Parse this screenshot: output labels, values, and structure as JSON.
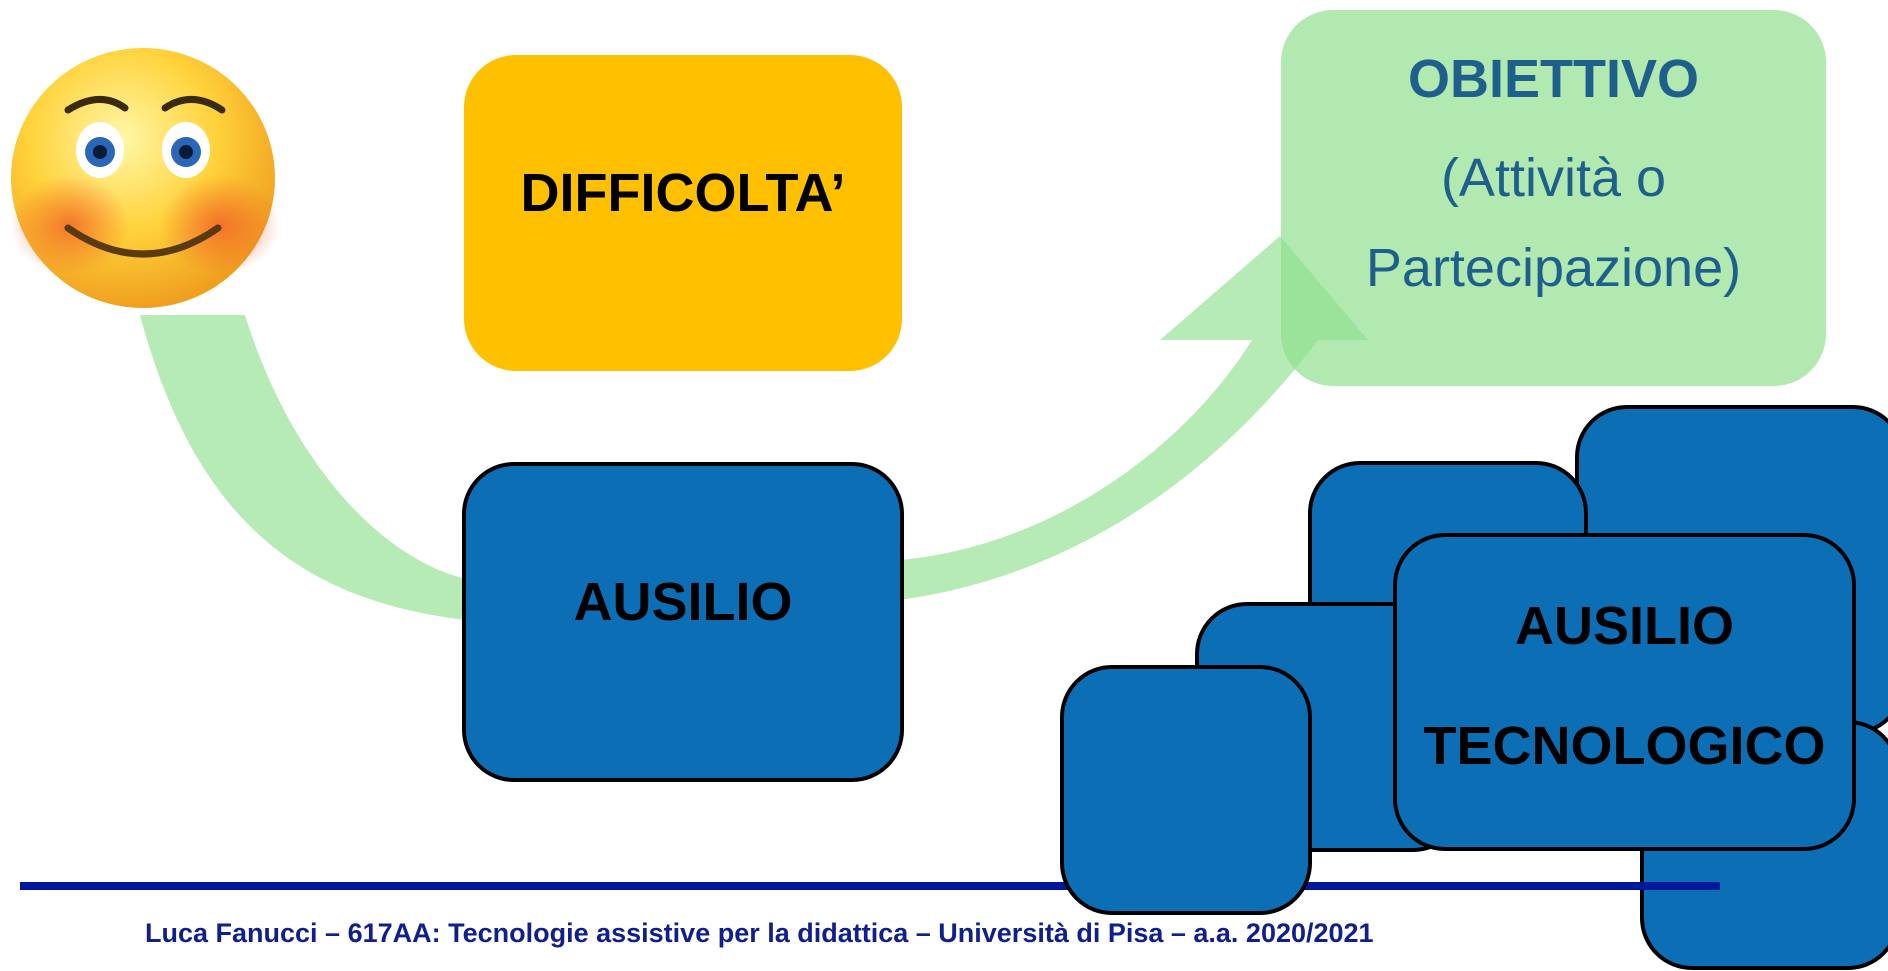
{
  "diagram": {
    "difficulty_label": "DIFFICOLTA’",
    "aid_label": "AUSILIO",
    "goal": {
      "title": "OBIETTIVO",
      "line1": "(Attività o",
      "line2": "Partecipazione)"
    },
    "tech_aid": {
      "line1": "AUSILIO",
      "line2": "TECNOLOGICO"
    },
    "person_icon": "smiley-face-icon",
    "colors": {
      "difficulty": "#ffc000",
      "aid": "#0c6fb6",
      "goal": "#b3eeb3",
      "goal_text": "#1f5f8b",
      "arrow": "#8fe08f"
    }
  },
  "footer": {
    "text": "Luca Fanucci – 617AA: Tecnologie assistive per la didattica – Università di Pisa – a.a. 2020/2021"
  }
}
